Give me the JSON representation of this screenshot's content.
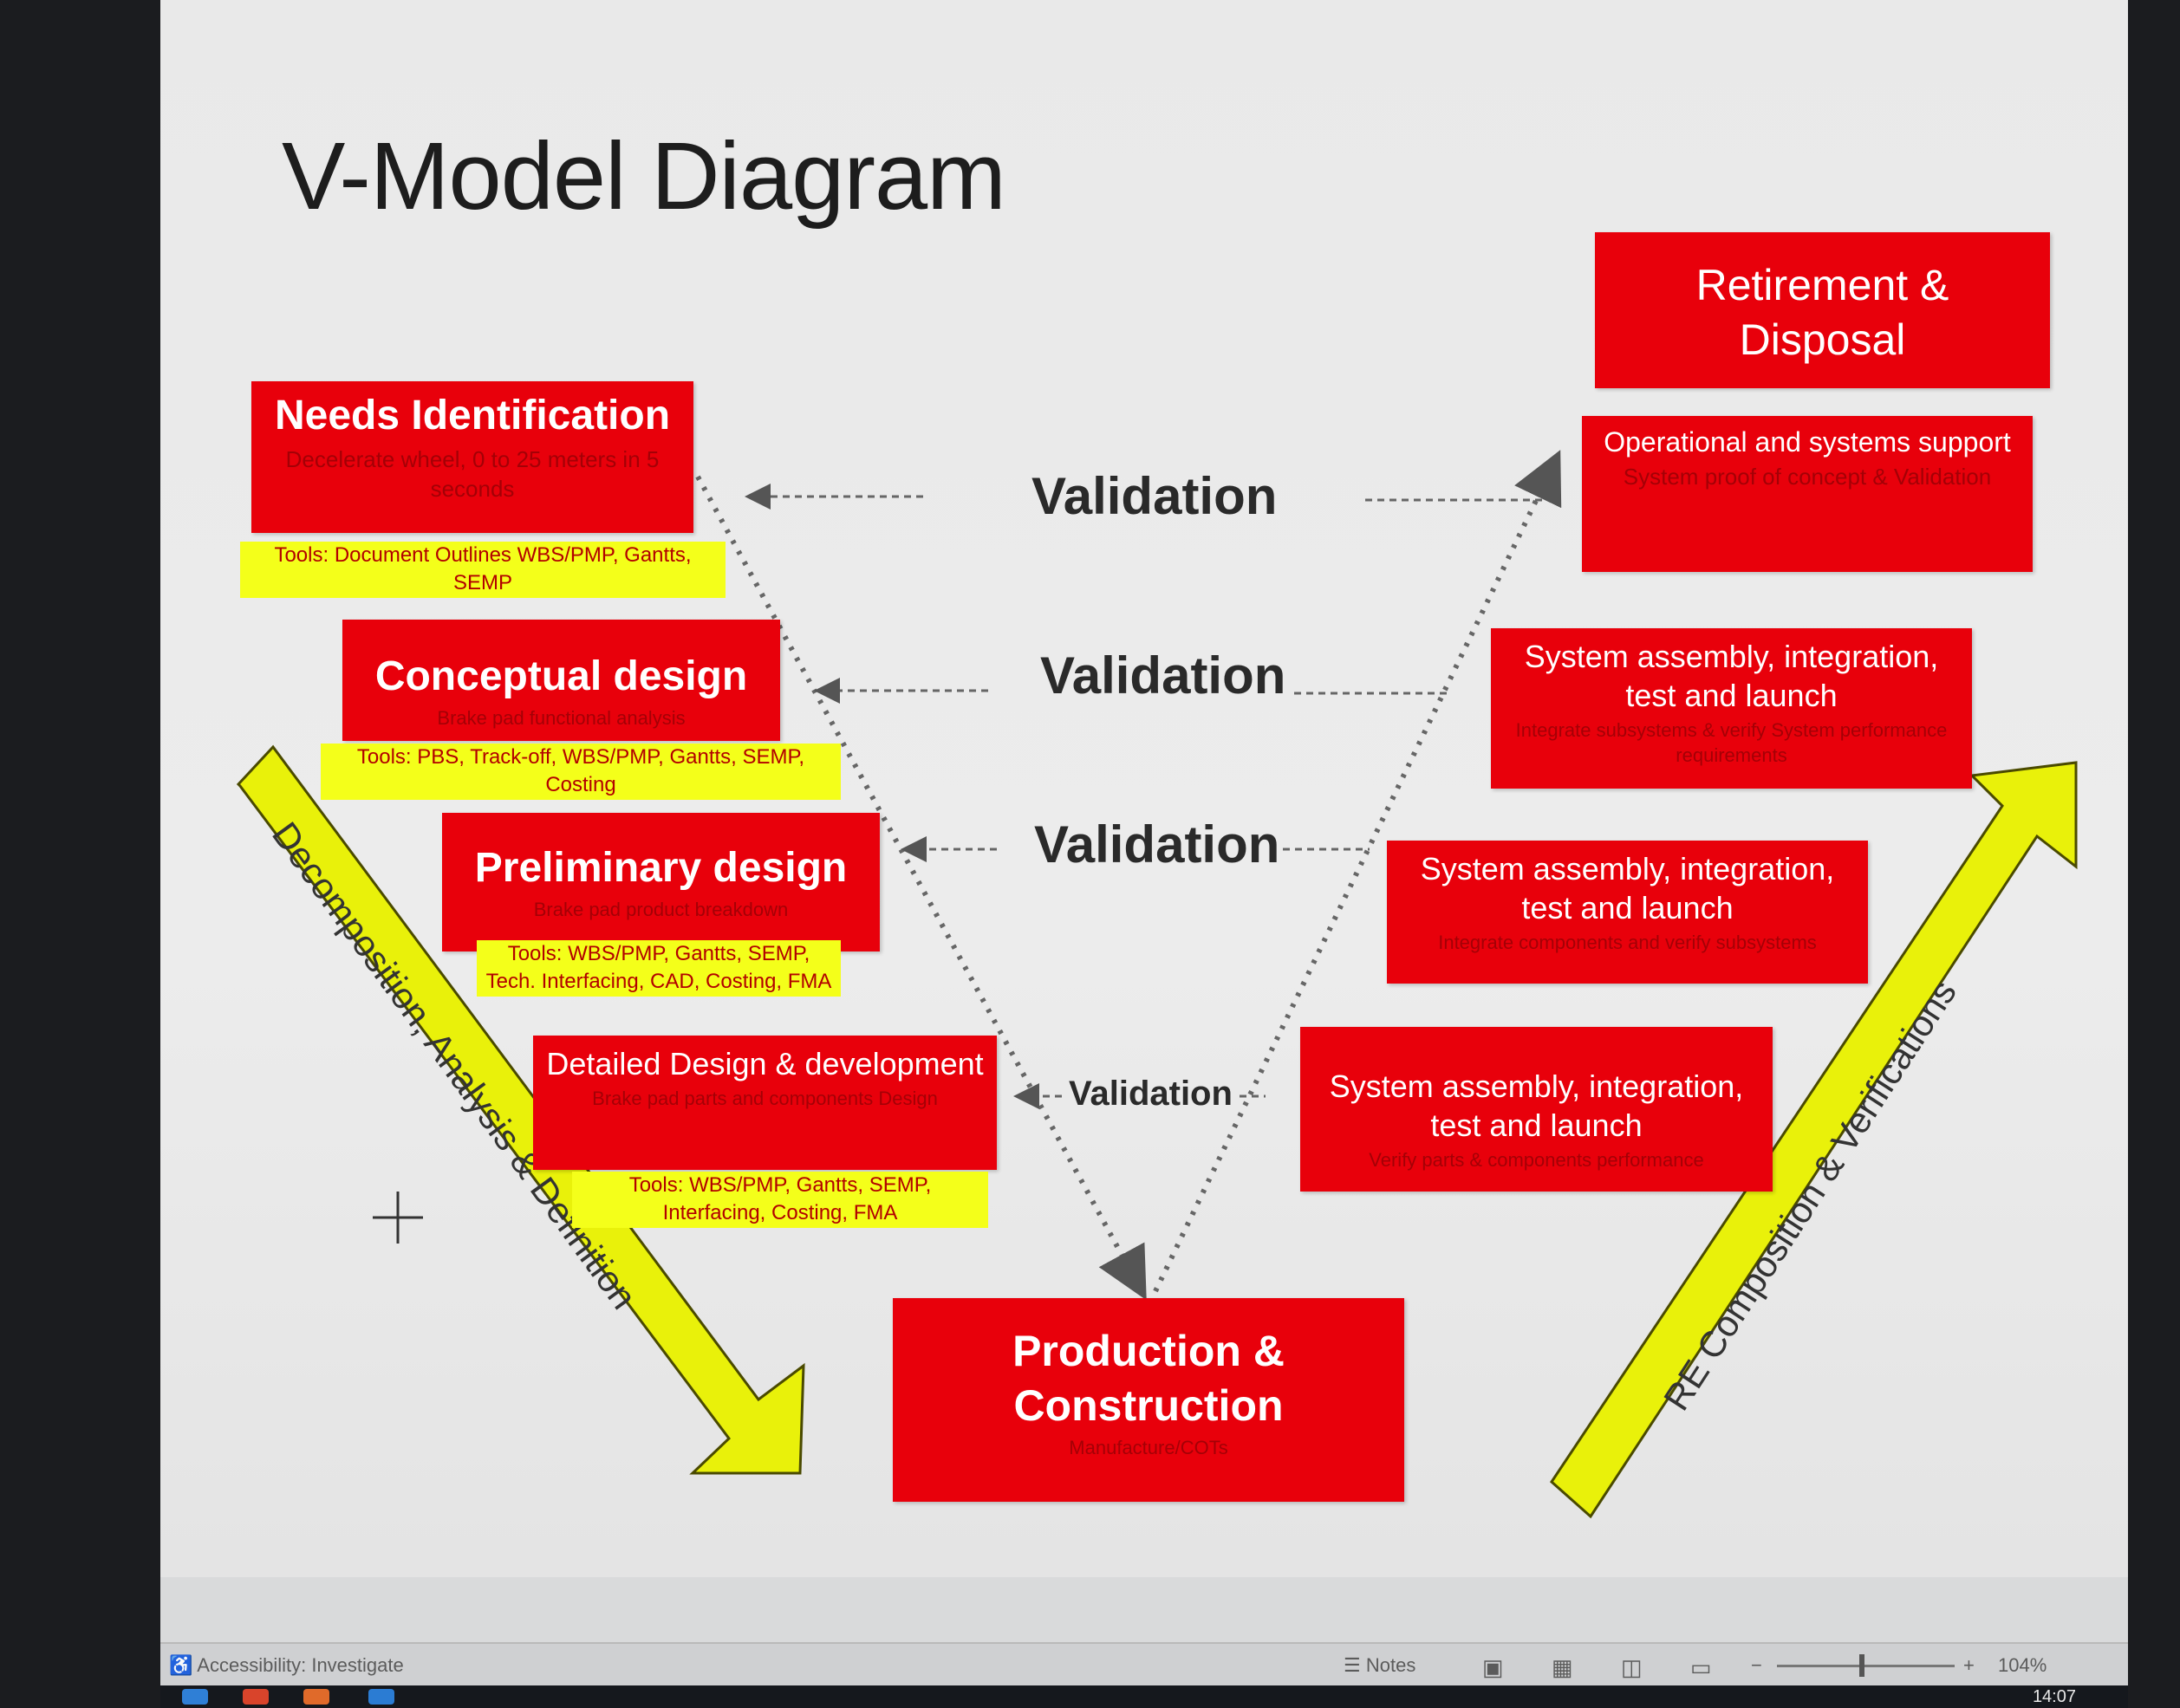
{
  "slide": {
    "title": "V-Model Diagram",
    "colors": {
      "box": "#e8000b",
      "highlight": "#f4ff1a",
      "arrow": "#e9f10a",
      "text": "#2a2a2a"
    },
    "left_boxes": [
      {
        "heading": "Needs Identification",
        "sub": "Decelerate wheel, 0 to 25 meters in 5 seconds",
        "tools": "Tools: Document Outlines WBS/PMP, Gantts, SEMP"
      },
      {
        "heading": "Conceptual design",
        "sub": "Brake pad functional analysis",
        "tools": "Tools: PBS, Track-off, WBS/PMP, Gantts, SEMP, Costing"
      },
      {
        "heading": "Preliminary design",
        "sub": "Brake pad product breakdown",
        "tools": "Tools:  WBS/PMP, Gantts, SEMP, Tech. Interfacing, CAD, Costing, FMA"
      },
      {
        "heading": "Detailed Design & development",
        "sub": "Brake pad parts and components Design",
        "tools": "Tools:  WBS/PMP, Gantts, SEMP, Interfacing, Costing, FMA"
      }
    ],
    "bottom_box": {
      "heading": "Production & Construction",
      "sub": "Manufacture/COTs"
    },
    "right_boxes": [
      {
        "heading": "Retirement & Disposal"
      },
      {
        "heading": "Operational and systems support",
        "sub": "System proof of concept & Validation"
      },
      {
        "heading": "System assembly, integration, test and launch",
        "sub": "Integrate subsystems & verify System performance requirements"
      },
      {
        "heading": "System assembly, integration, test and launch",
        "sub": "Integrate components and verify subsystems"
      },
      {
        "heading": "System assembly, integration, test and launch",
        "sub": "Verify parts & components performance"
      }
    ],
    "validation_labels": [
      "Validation",
      "Validation",
      "Validation",
      "Validation"
    ],
    "left_arrow_label": "Decomposition, Analysis & Definition",
    "right_arrow_label": "RE Composition & Verifications"
  },
  "statusbar": {
    "accessibility": "Accessibility: Investigate",
    "notes": "Notes",
    "zoom": "104%",
    "view_icons": [
      "normal-view-icon",
      "slide-sorter-icon",
      "reading-view-icon",
      "presenter-view-icon"
    ]
  },
  "taskbar": {
    "clock": "14:07"
  }
}
